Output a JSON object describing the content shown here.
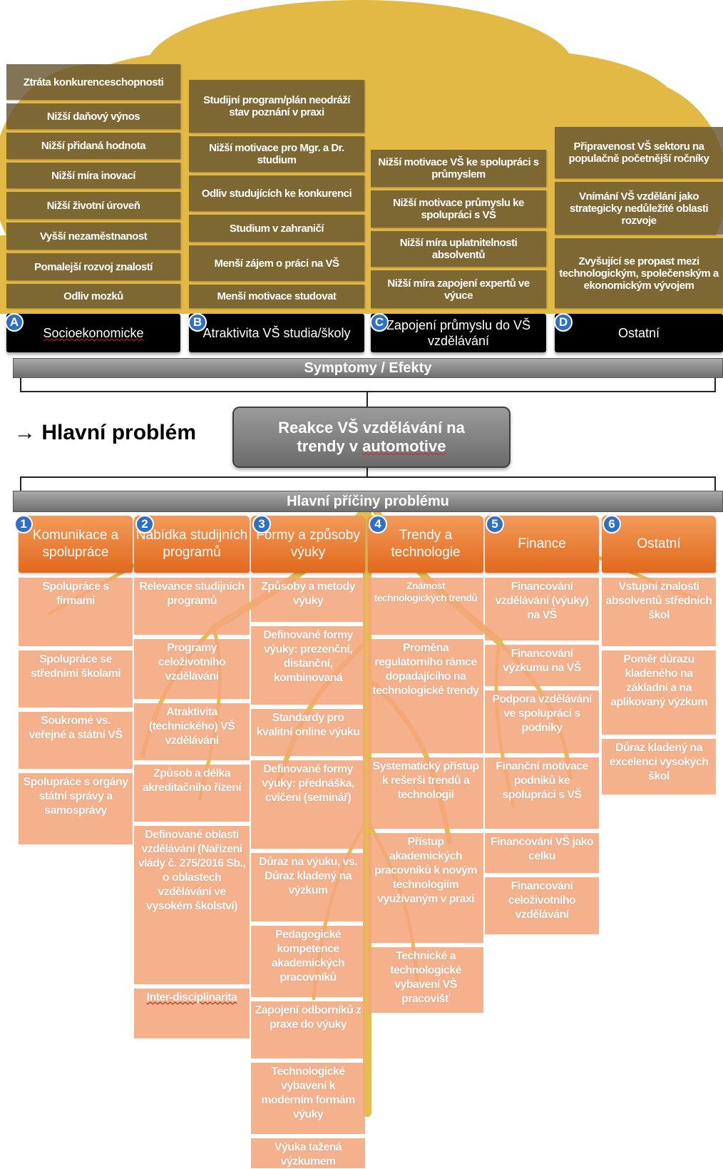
{
  "colors": {
    "symptom_box": "#675530",
    "category_bar": "#000000",
    "badge": "#2f6fc4",
    "tree": "#e2b63c",
    "grey_bar": "#8a8a8a",
    "cause_header": "#e8782a",
    "cause_box": "#f4a67c"
  },
  "symptoms": {
    "A": {
      "badge": "A",
      "category": "Socioekonomicke",
      "items": [
        "Ztráta konkurenceschopnosti",
        "Nižší daňový výnos",
        "Nižší přidaná hodnota",
        "Nižší míra inovací",
        "Nižší životní úroveň",
        "Vyšší nezaměstnanost",
        "Pomalejší rozvoj znalostí",
        "Odliv mozků"
      ]
    },
    "B": {
      "badge": "B",
      "category": "Atraktivita VŠ studia/školy",
      "items": [
        "Studijní program/plán neodráží stav poznání v praxi",
        "Nižší motivace pro Mgr. a Dr. studium",
        "Odliv studujících ke konkurenci",
        "Studium v zahraničí",
        "Menší zájem o práci na VŠ",
        "Menší motivace studovat"
      ]
    },
    "C": {
      "badge": "C",
      "category": "Zapojení průmyslu do VŠ vzdělávání",
      "items": [
        "Nižší motivace VŠ ke spolupráci s průmyslem",
        "Nižší motivace průmyslu ke spolupráci s VŠ",
        "Nižší míra uplatnitelnosti absolventů",
        "Nižší míra zapojení expertů ve výuce"
      ]
    },
    "D": {
      "badge": "D",
      "category": "Ostatní",
      "items": [
        "Připravenost VŠ sektoru na populačně početnější ročníky",
        "Vnímání VŠ vzdělání jako strategicky nedůležité oblasti rozvoje",
        "Zvyšující se propast mezi technologickým, společenským a ekonomickým vývojem"
      ]
    }
  },
  "symptoms_bar": "Symptomy / Efekty",
  "main_problem_label": "→ Hlavní problém",
  "main_problem": {
    "line1": "Reakce VŠ vzdělávání na",
    "line2_pre": "trendy v ",
    "line2_word": "automotive"
  },
  "causes_bar": "Hlavní příčiny problému",
  "causes": [
    {
      "badge": "1",
      "header": "Komunikace a spolupráce",
      "items": [
        "Spolupráce s firmami",
        "Spolupráce se středními školami",
        "Soukromé vs. veřejné a státní VŠ",
        "Spolupráce s orgány státní správy a samosprávy"
      ]
    },
    {
      "badge": "2",
      "header": "Nabídka studijních programů",
      "items": [
        "Relevance studijních programů",
        "Programy celoživotního vzdělávání",
        "Atraktivita (technického) VŠ vzdělávání",
        "Způsob a délka akreditačního řízení",
        "Definované oblasti vzdělávání (Nařízení vlády č. 275/2016 Sb., o oblastech vzdělávání ve vysokém školství)",
        "Inter-disciplinarita"
      ]
    },
    {
      "badge": "3",
      "header": "Formy a způsoby výuky",
      "items": [
        "Způsoby a metody výuky",
        "Definované formy výuky: prezenční, distanční, kombinovaná",
        "Standardy pro kvalitní online výuku",
        "Definované formy výuky: přednáška, cvičení (seminář)",
        "Důraz na výuku, vs. Důraz kladený na výzkum",
        "Pedagogické kompetence akademických pracovníků",
        "Zapojení odborníků z praxe do výuky",
        "Technologické vybavení k moderním formám výuky",
        "Výuka tažená výzkumem"
      ]
    },
    {
      "badge": "4",
      "header": "Trendy a technologie",
      "items": [
        "Známost technologických trendů",
        "Proměna regulatorního rámce dopadajícího na technologické trendy",
        "Systematický přístup k rešerši trendů a technologií",
        "Přístup akademických pracovníků k novým technologiím využívaným v praxi",
        "Technické a technologické vybavení VŠ pracovišť"
      ]
    },
    {
      "badge": "5",
      "header": "Finance",
      "items": [
        "Financování vzdělávání (výuky) na VŠ",
        "Financování výzkumu na VŠ",
        "Podpora vzdělávání ve spolupráci s podniky",
        "Finanční motivace podniků ke spolupráci s VŠ",
        "Financování VŠ jako celku",
        "Financování celoživotního vzdělávání"
      ]
    },
    {
      "badge": "6",
      "header": "Ostatní",
      "items": [
        "Vstupní znalosti absolventů středních škol",
        "Poměr důrazu kladeného na základní a na aplikovaný výzkum",
        "Důraz kladený na excelenci vysokých škol"
      ]
    }
  ]
}
